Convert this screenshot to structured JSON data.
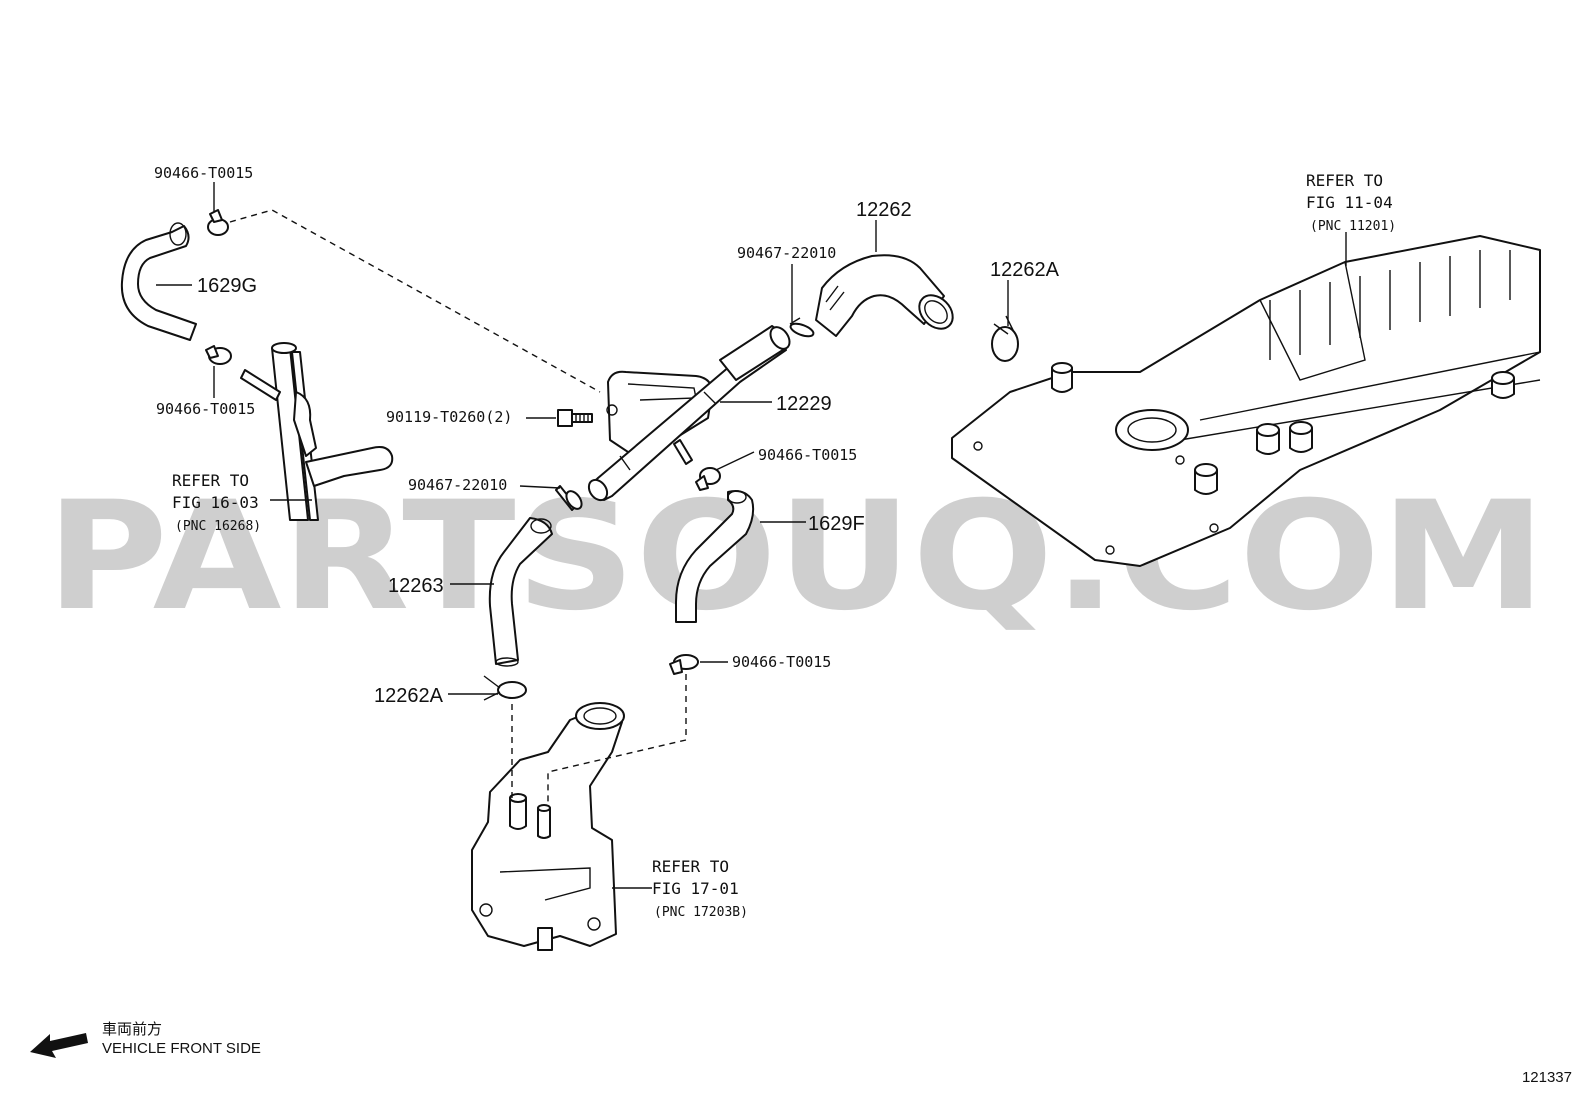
{
  "watermark": "PARTSOUQ.COM",
  "part_labels": {
    "clamp_top_left": "90466-T0015",
    "hose_1629g": "1629G",
    "clamp_left_mid": "90466-T0015",
    "bolt": "90119-T0260(2)",
    "clip_lower": "90467-22010",
    "hose_12262": "12262",
    "clip_upper": "90467-22010",
    "plug_top": "12262A",
    "pipe_12229": "12229",
    "clamp_right": "90466-T0015",
    "hose_1629f": "1629F",
    "hose_12263": "12263",
    "plug_bottom": "12262A",
    "clamp_bottom": "90466-T0015"
  },
  "references": {
    "fig_16_03": {
      "line1": "REFER TO",
      "line2": "FIG 16-03",
      "line3": "(PNC 16268)"
    },
    "fig_11_04": {
      "line1": "REFER TO",
      "line2": "FIG 11-04",
      "line3": "(PNC 11201)"
    },
    "fig_17_01": {
      "line1": "REFER TO",
      "line2": "FIG 17-01",
      "line3": "(PNC 17203B)"
    }
  },
  "legend": {
    "japanese": "車両前方",
    "english": "VEHICLE FRONT SIDE",
    "arrow_icon": "arrow-left-icon"
  },
  "diagram_number": "121337",
  "colors": {
    "ink": "#111111",
    "watermark": "#cfcfcf",
    "background": "#ffffff"
  }
}
